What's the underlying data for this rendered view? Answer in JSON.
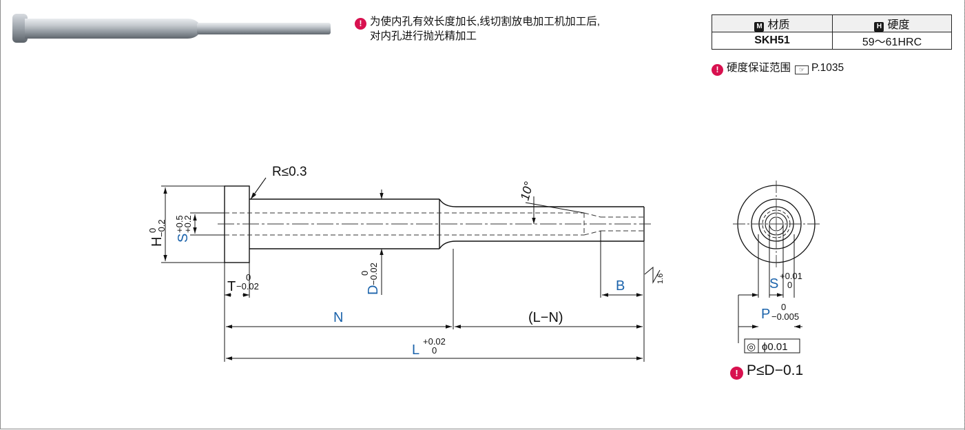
{
  "note_top": {
    "line1": "为使内孔有效长度加长,线切割放电加工机加工后,",
    "line2": "对内孔进行抛光精加工"
  },
  "spec_table": {
    "material_icon": "M",
    "material_header": "材质",
    "hardness_icon": "H",
    "hardness_header": "硬度",
    "material_value": "SKH51",
    "hardness_value": "59～61HRC"
  },
  "note_hardness": {
    "text": "硬度保证范围",
    "ref": "P.1035"
  },
  "note_pd": {
    "text": "P≤D−0.1"
  },
  "warn_icon": "!",
  "drawing": {
    "r_label": "R≤0.3",
    "angle_label": "10°",
    "h_label": "H",
    "h_tol_top": "0",
    "h_tol_bot": "−0.2",
    "s_label": "S",
    "s_tol_top": "+0.5",
    "s_tol_bot": "+0.2",
    "t_label": "T",
    "t_tol_top": "0",
    "t_tol_bot": "−0.02",
    "d_label": "D",
    "d_tol_top": "0",
    "d_tol_bot": "−0.02",
    "b_label": "B",
    "n_label": "N",
    "ln_label": "(L−N)",
    "l_label": "L",
    "l_tol_top": "+0.02",
    "l_tol_bot": "0",
    "roughness": "1.6",
    "s2_label": "S",
    "s2_tol_top": "+0.01",
    "s2_tol_bot": "0",
    "p_label": "P",
    "p_tol_top": "0",
    "p_tol_bot": "−0.005",
    "concentricity_symbol": "◎",
    "concentricity_value": "ϕ0.01"
  }
}
